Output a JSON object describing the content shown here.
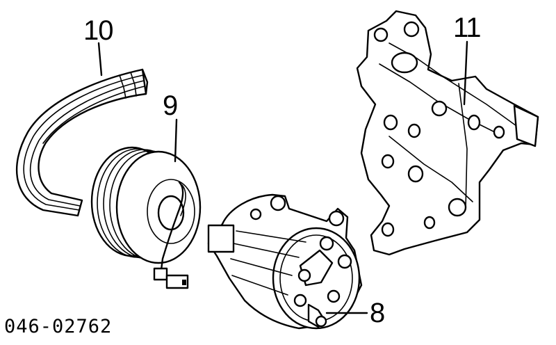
{
  "diagram": {
    "callouts": {
      "belt": "10",
      "clutch": "9",
      "compressor": "8",
      "bracket": "11"
    },
    "diagram_code": "046-02762"
  }
}
